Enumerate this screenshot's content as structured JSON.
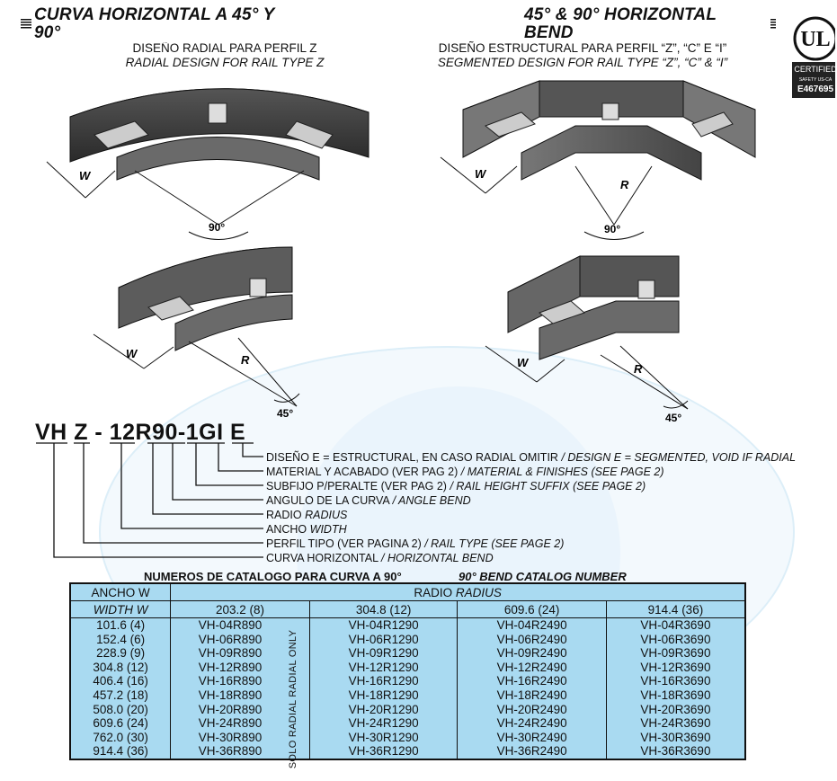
{
  "header": {
    "title_es": "CURVA HORIZONTAL A 45° Y 90°",
    "title_en": "45° & 90° HORIZONTAL BEND",
    "left_sub_es": "DISEÑO RADIAL PARA PERFIL Z",
    "left_sub_en": "RADIAL DESIGN FOR RAIL TYPE Z",
    "right_sub_es": "DISEÑO ESTRUCTURAL PARA PERFIL “Z”, “C” E “I”",
    "right_sub_en": "SEGMENTED DESIGN FOR RAIL TYPE “Z”, “C” & “I”"
  },
  "ul_logo": {
    "mark": "UL",
    "certified": "CERTIFIED",
    "safety": "SAFETY US-CA",
    "number": "E467695"
  },
  "diagrams": {
    "w_label": "W",
    "r_label": "R",
    "angle_90": "90°",
    "angle_45": "45°"
  },
  "code": {
    "parts": [
      "VH",
      "Z",
      "-",
      "12",
      "R",
      "90",
      "-1",
      "GI",
      "E"
    ]
  },
  "legend": [
    {
      "es": "DISEÑO E = ESTRUCTURAL, EN CASO RADIAL OMITIR",
      "en": "/ DESIGN E = SEGMENTED, VOID IF RADIAL"
    },
    {
      "es": "MATERIAL Y ACABADO (VER PAG 2)",
      "en": "/ MATERIAL & FINISHES (SEE PAGE 2)"
    },
    {
      "es": "SUBFIJO P/PERALTE (VER PAG 2)",
      "en": "/ RAIL HEIGHT SUFFIX (SEE PAGE 2)"
    },
    {
      "es": "ANGULO DE LA CURVA",
      "en": "/ ANGLE BEND"
    },
    {
      "es": "RADIO",
      "en": "RADIUS"
    },
    {
      "es": "ANCHO",
      "en": "WIDTH"
    },
    {
      "es": "PERFIL TIPO (VER PAGINA 2)",
      "en": "/ RAIL TYPE (SEE PAGE 2)"
    },
    {
      "es": "CURVA HORIZONTAL",
      "en": "/ HORIZONTAL BEND"
    }
  ],
  "catalog": {
    "title_es": "NUMEROS DE CATALOGO PARA CURVA A 90°",
    "title_en": "90° BEND CATALOG NUMBER",
    "width_header_es": "ANCHO W",
    "width_header_en": "WIDTH W",
    "radius_header_es": "RADIO",
    "radius_header_en": "RADIUS",
    "radii": [
      "203.2 (8)",
      "304.8 (12)",
      "609.6 (24)",
      "914.4 (36)"
    ],
    "radial_only_note": "SOLO RADIAL RADIAL ONLY",
    "rows": [
      [
        "101.6 (4)",
        "VH-04R890",
        "VH-04R1290",
        "VH-04R2490",
        "VH-04R3690"
      ],
      [
        "152.4 (6)",
        "VH-06R890",
        "VH-06R1290",
        "VH-06R2490",
        "VH-06R3690"
      ],
      [
        "228.9 (9)",
        "VH-09R890",
        "VH-09R1290",
        "VH-09R2490",
        "VH-09R3690"
      ],
      [
        "304.8 (12)",
        "VH-12R890",
        "VH-12R1290",
        "VH-12R2490",
        "VH-12R3690"
      ],
      [
        "406.4 (16)",
        "VH-16R890",
        "VH-16R1290",
        "VH-16R2490",
        "VH-16R3690"
      ],
      [
        "457.2 (18)",
        "VH-18R890",
        "VH-18R1290",
        "VH-18R2490",
        "VH-18R3690"
      ],
      [
        "508.0 (20)",
        "VH-20R890",
        "VH-20R1290",
        "VH-20R2490",
        "VH-20R3690"
      ],
      [
        "609.6 (24)",
        "VH-24R890",
        "VH-24R1290",
        "VH-24R2490",
        "VH-24R3690"
      ],
      [
        "762.0 (30)",
        "VH-30R890",
        "VH-30R1290",
        "VH-30R2490",
        "VH-30R3690"
      ],
      [
        "914.4 (36)",
        "VH-36R890",
        "VH-36R1290",
        "VH-36R2490",
        "VH-36R3690"
      ]
    ]
  }
}
